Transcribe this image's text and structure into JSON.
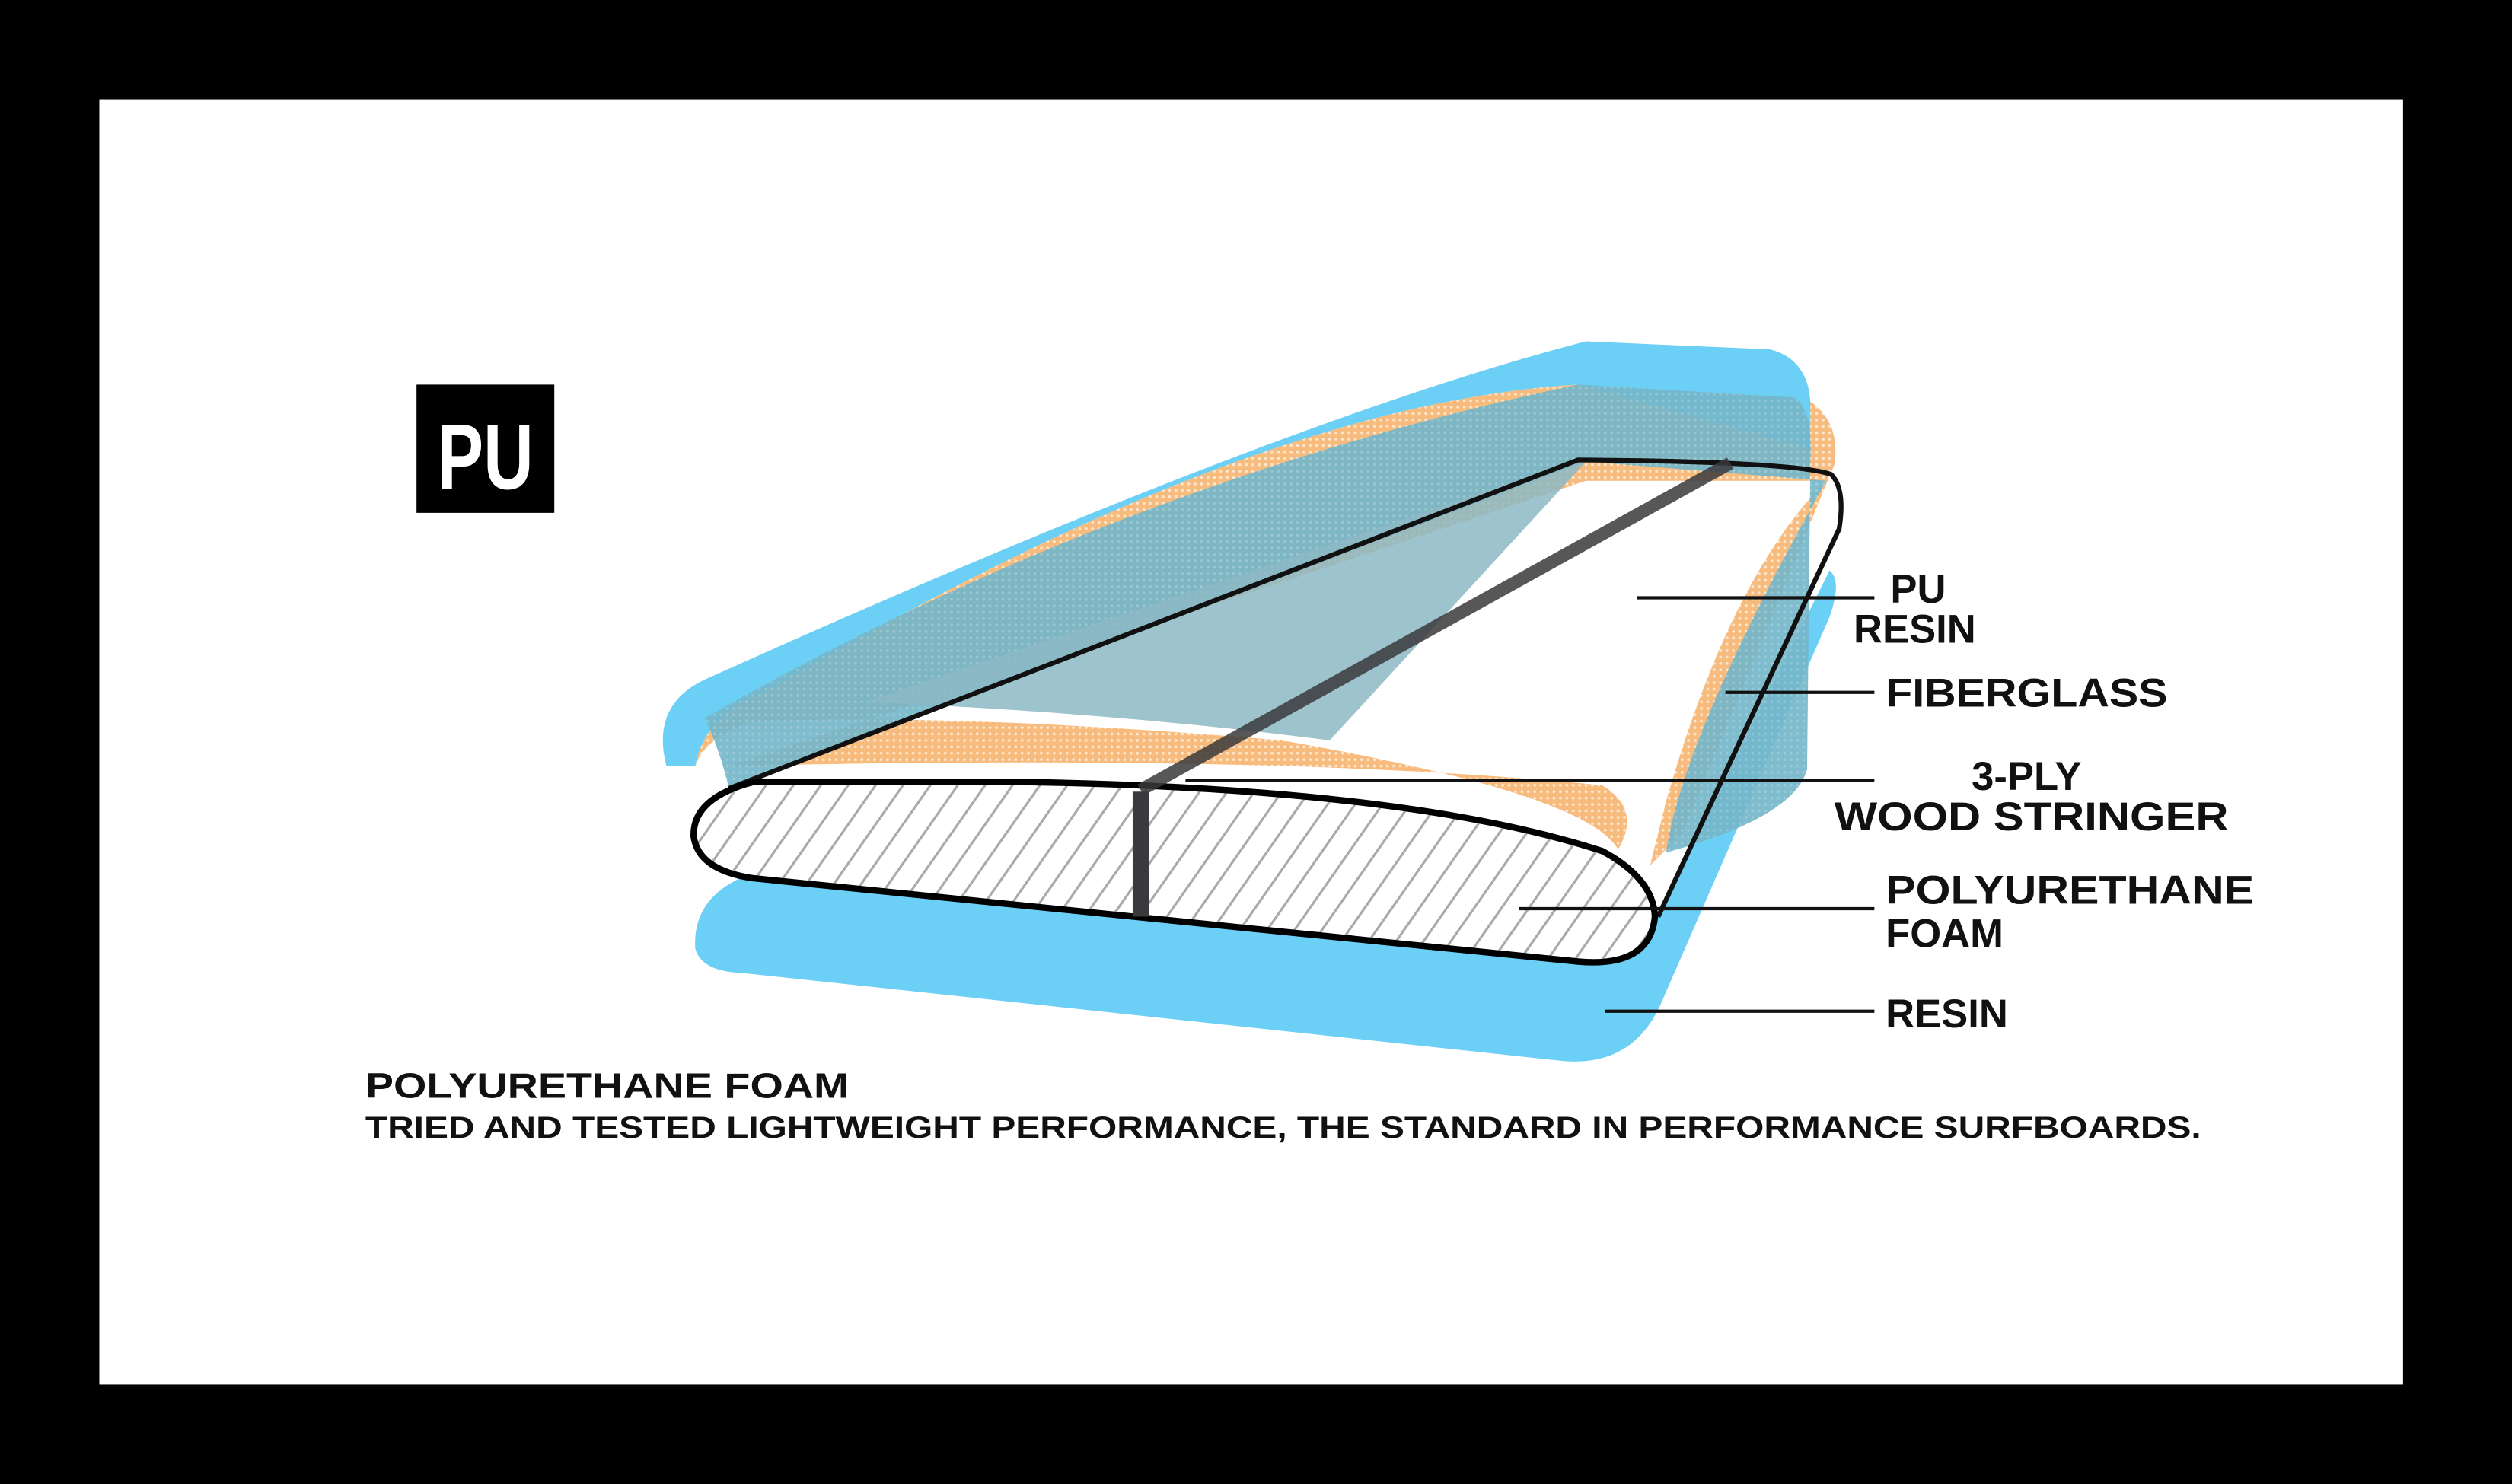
{
  "badge": {
    "label": "PU"
  },
  "labels": {
    "pu_resin_line1": "PU",
    "pu_resin_line2": "RESIN",
    "fiberglass": "FIBERGLASS",
    "stringer_line1": "3-PLY",
    "stringer_line2": "WOOD STRINGER",
    "foam_line1": "POLYURETHANE",
    "foam_line2": "FOAM",
    "resin": "RESIN"
  },
  "caption": {
    "title": "POLYURETHANE FOAM",
    "subtitle": "TRIED AND TESTED LIGHTWEIGHT PERFORMANCE, THE STANDARD IN PERFORMANCE SURFBOARDS."
  },
  "colors": {
    "resin_blue": "#6CCFF6",
    "fiberglass_orange": "#F7B97A",
    "frame": "#000000"
  }
}
